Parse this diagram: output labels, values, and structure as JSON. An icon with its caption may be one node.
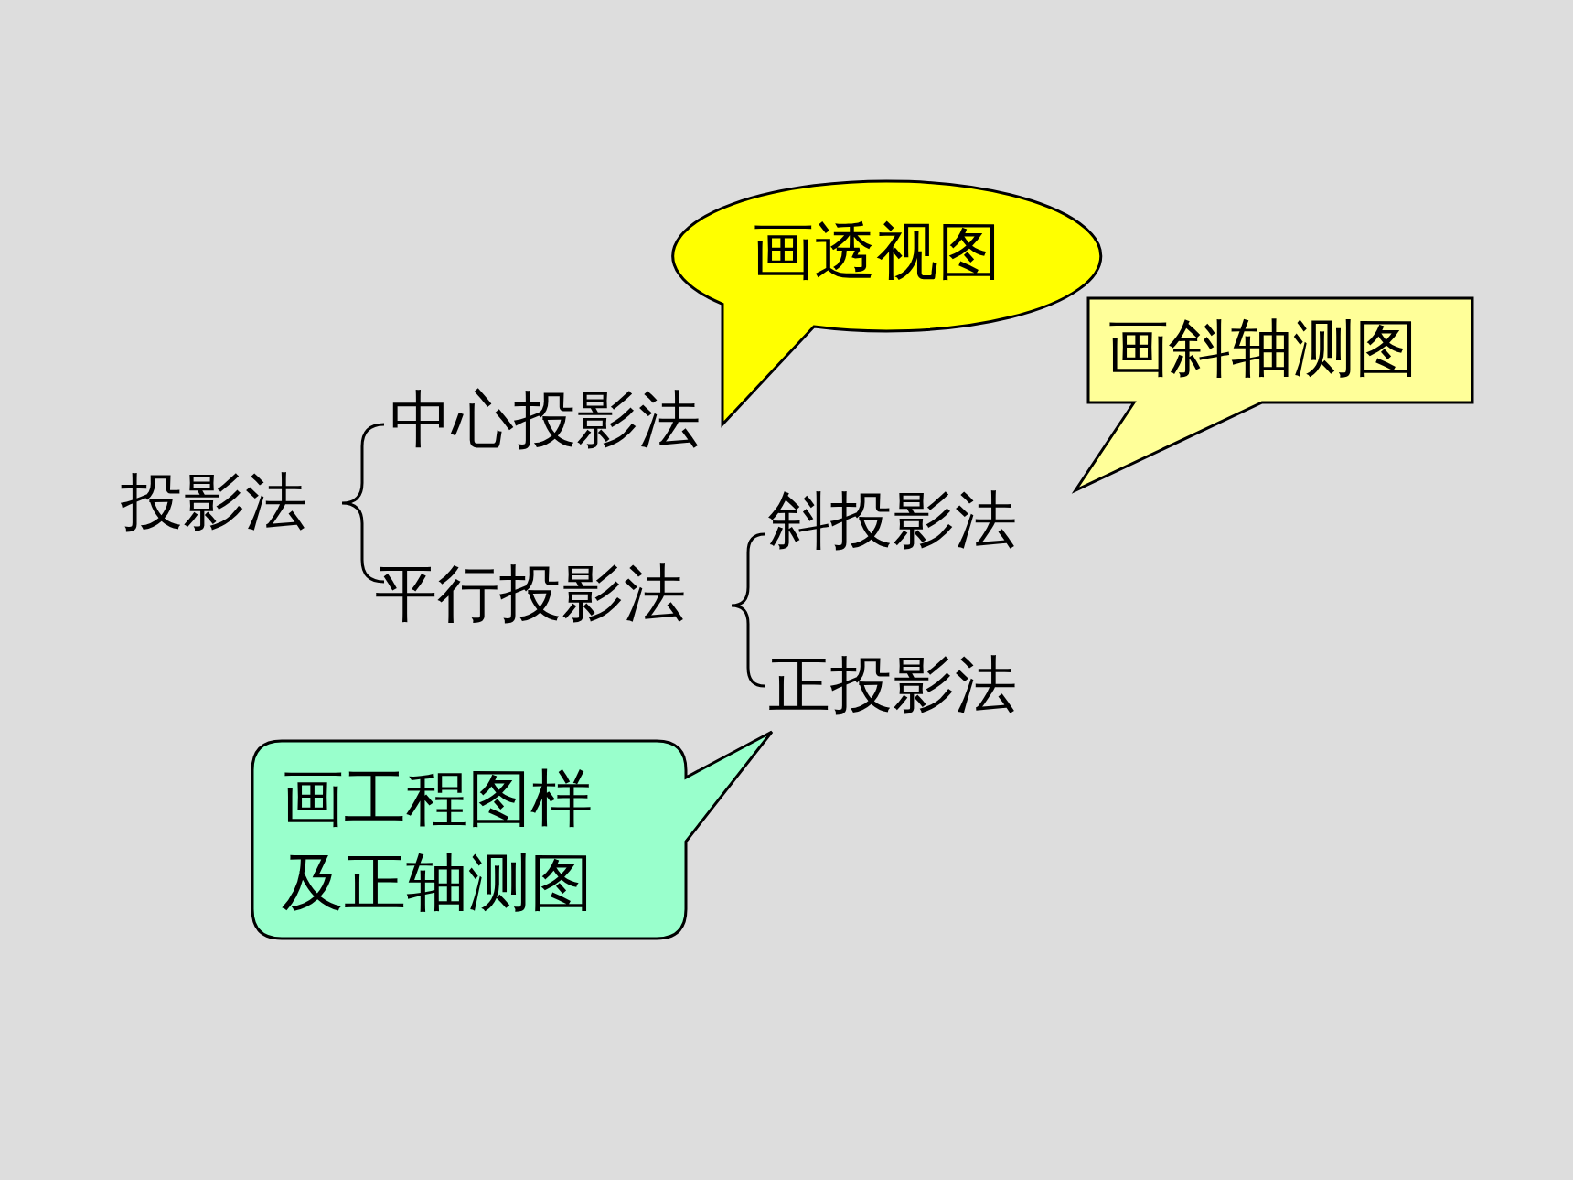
{
  "diagram": {
    "nodes": [
      {
        "text": [
          "画透视图"
        ]
      },
      {
        "text": [
          "画斜轴测图"
        ]
      },
      {
        "text": [
          "投影法"
        ]
      },
      {
        "text": [
          "中心投影法"
        ]
      },
      {
        "text": [
          "平行投影法"
        ]
      },
      {
        "text": [
          "斜投影法"
        ]
      },
      {
        "text": [
          "正投影法"
        ]
      },
      {
        "text": [
          "画工程图样及正轴测图"
        ]
      }
    ]
  }
}
